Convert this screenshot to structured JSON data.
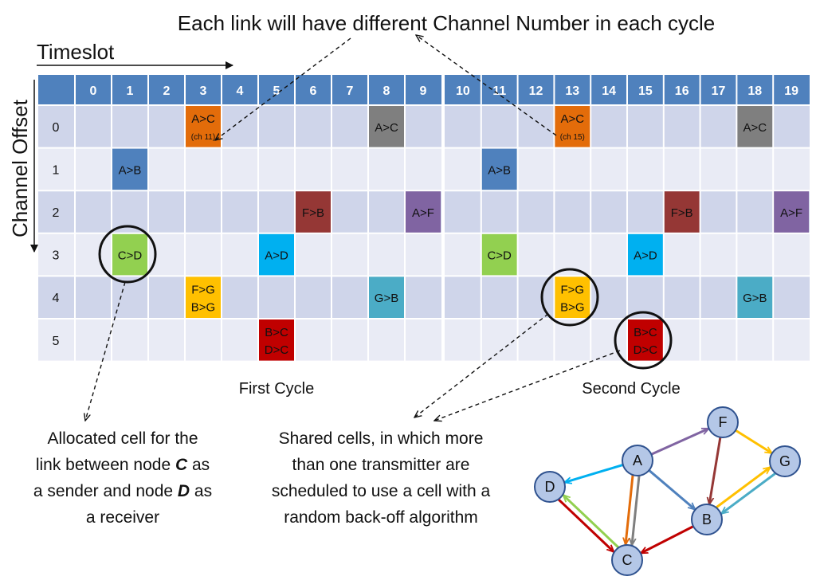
{
  "title": "Each link will have different Channel Number in each cycle",
  "axis": {
    "x_label": "Timeslot",
    "y_label": "Channel  Offset"
  },
  "offsets": [
    "0",
    "1",
    "2",
    "3",
    "4",
    "5"
  ],
  "cycles": [
    {
      "label": "First Cycle",
      "timeslots": [
        "0",
        "1",
        "2",
        "3",
        "4",
        "5",
        "6",
        "7",
        "8",
        "9"
      ],
      "cells": [
        {
          "slot": 3,
          "offset": 0,
          "lines": [
            "A>C"
          ],
          "sub": "(ch 11)",
          "color": "#E36C0A"
        },
        {
          "slot": 8,
          "offset": 0,
          "lines": [
            "A>C"
          ],
          "color": "#7F7F7F"
        },
        {
          "slot": 1,
          "offset": 1,
          "lines": [
            "A>B"
          ],
          "color": "#4F81BD"
        },
        {
          "slot": 6,
          "offset": 2,
          "lines": [
            "F>B"
          ],
          "color": "#953735"
        },
        {
          "slot": 9,
          "offset": 2,
          "lines": [
            "A>F"
          ],
          "color": "#8064A2"
        },
        {
          "slot": 1,
          "offset": 3,
          "lines": [
            "C>D"
          ],
          "color": "#92D050"
        },
        {
          "slot": 5,
          "offset": 3,
          "lines": [
            "A>D"
          ],
          "color": "#00B0F0"
        },
        {
          "slot": 3,
          "offset": 4,
          "lines": [
            "F>G",
            "B>G"
          ],
          "color": "#FFC000"
        },
        {
          "slot": 8,
          "offset": 4,
          "lines": [
            "G>B"
          ],
          "color": "#4BACC6"
        },
        {
          "slot": 5,
          "offset": 5,
          "lines": [
            "B>C",
            "D>C"
          ],
          "color": "#C00000"
        }
      ]
    },
    {
      "label": "Second Cycle",
      "timeslots": [
        "10",
        "11",
        "12",
        "13",
        "14",
        "15",
        "16",
        "17",
        "18",
        "19"
      ],
      "cells": [
        {
          "slot": 3,
          "offset": 0,
          "lines": [
            "A>C"
          ],
          "sub": "(ch 15)",
          "color": "#E36C0A"
        },
        {
          "slot": 8,
          "offset": 0,
          "lines": [
            "A>C"
          ],
          "color": "#7F7F7F"
        },
        {
          "slot": 1,
          "offset": 1,
          "lines": [
            "A>B"
          ],
          "color": "#4F81BD"
        },
        {
          "slot": 6,
          "offset": 2,
          "lines": [
            "F>B"
          ],
          "color": "#953735"
        },
        {
          "slot": 9,
          "offset": 2,
          "lines": [
            "A>F"
          ],
          "color": "#8064A2"
        },
        {
          "slot": 1,
          "offset": 3,
          "lines": [
            "C>D"
          ],
          "color": "#92D050"
        },
        {
          "slot": 5,
          "offset": 3,
          "lines": [
            "A>D"
          ],
          "color": "#00B0F0"
        },
        {
          "slot": 3,
          "offset": 4,
          "lines": [
            "F>G",
            "B>G"
          ],
          "color": "#FFC000"
        },
        {
          "slot": 8,
          "offset": 4,
          "lines": [
            "G>B"
          ],
          "color": "#4BACC6"
        },
        {
          "slot": 5,
          "offset": 5,
          "lines": [
            "B>C",
            "D>C"
          ],
          "color": "#C00000"
        }
      ]
    }
  ],
  "notes": {
    "allocated": [
      "Allocated cell for the",
      "link between node C as",
      "a sender and node D as",
      "a receiver"
    ],
    "shared": [
      "Shared cells, in which more",
      "than one transmitter are",
      "scheduled to use a cell with a",
      "random back-off algorithm"
    ]
  },
  "graph": {
    "nodes": [
      "A",
      "B",
      "C",
      "D",
      "F",
      "G"
    ],
    "edges": [
      {
        "from": "A",
        "to": "F",
        "color": "#8064A2"
      },
      {
        "from": "A",
        "to": "D",
        "color": "#00B0F0"
      },
      {
        "from": "A",
        "to": "B",
        "color": "#4F81BD"
      },
      {
        "from": "A",
        "to": "C",
        "color": "#7F7F7F"
      },
      {
        "from": "A",
        "to": "C",
        "color": "#E36C0A"
      },
      {
        "from": "F",
        "to": "G",
        "color": "#FFC000"
      },
      {
        "from": "F",
        "to": "B",
        "color": "#953735"
      },
      {
        "from": "B",
        "to": "G",
        "color": "#FFC000"
      },
      {
        "from": "G",
        "to": "B",
        "color": "#4BACC6"
      },
      {
        "from": "B",
        "to": "C",
        "color": "#C00000"
      },
      {
        "from": "D",
        "to": "C",
        "color": "#C00000"
      },
      {
        "from": "C",
        "to": "D",
        "color": "#92D050"
      }
    ]
  },
  "colors": {
    "header": "#4F81BD",
    "row_a": "#CFD5EA",
    "row_b": "#E9EBF5",
    "node_fill": "#B4C7E7",
    "node_stroke": "#2F528F"
  }
}
